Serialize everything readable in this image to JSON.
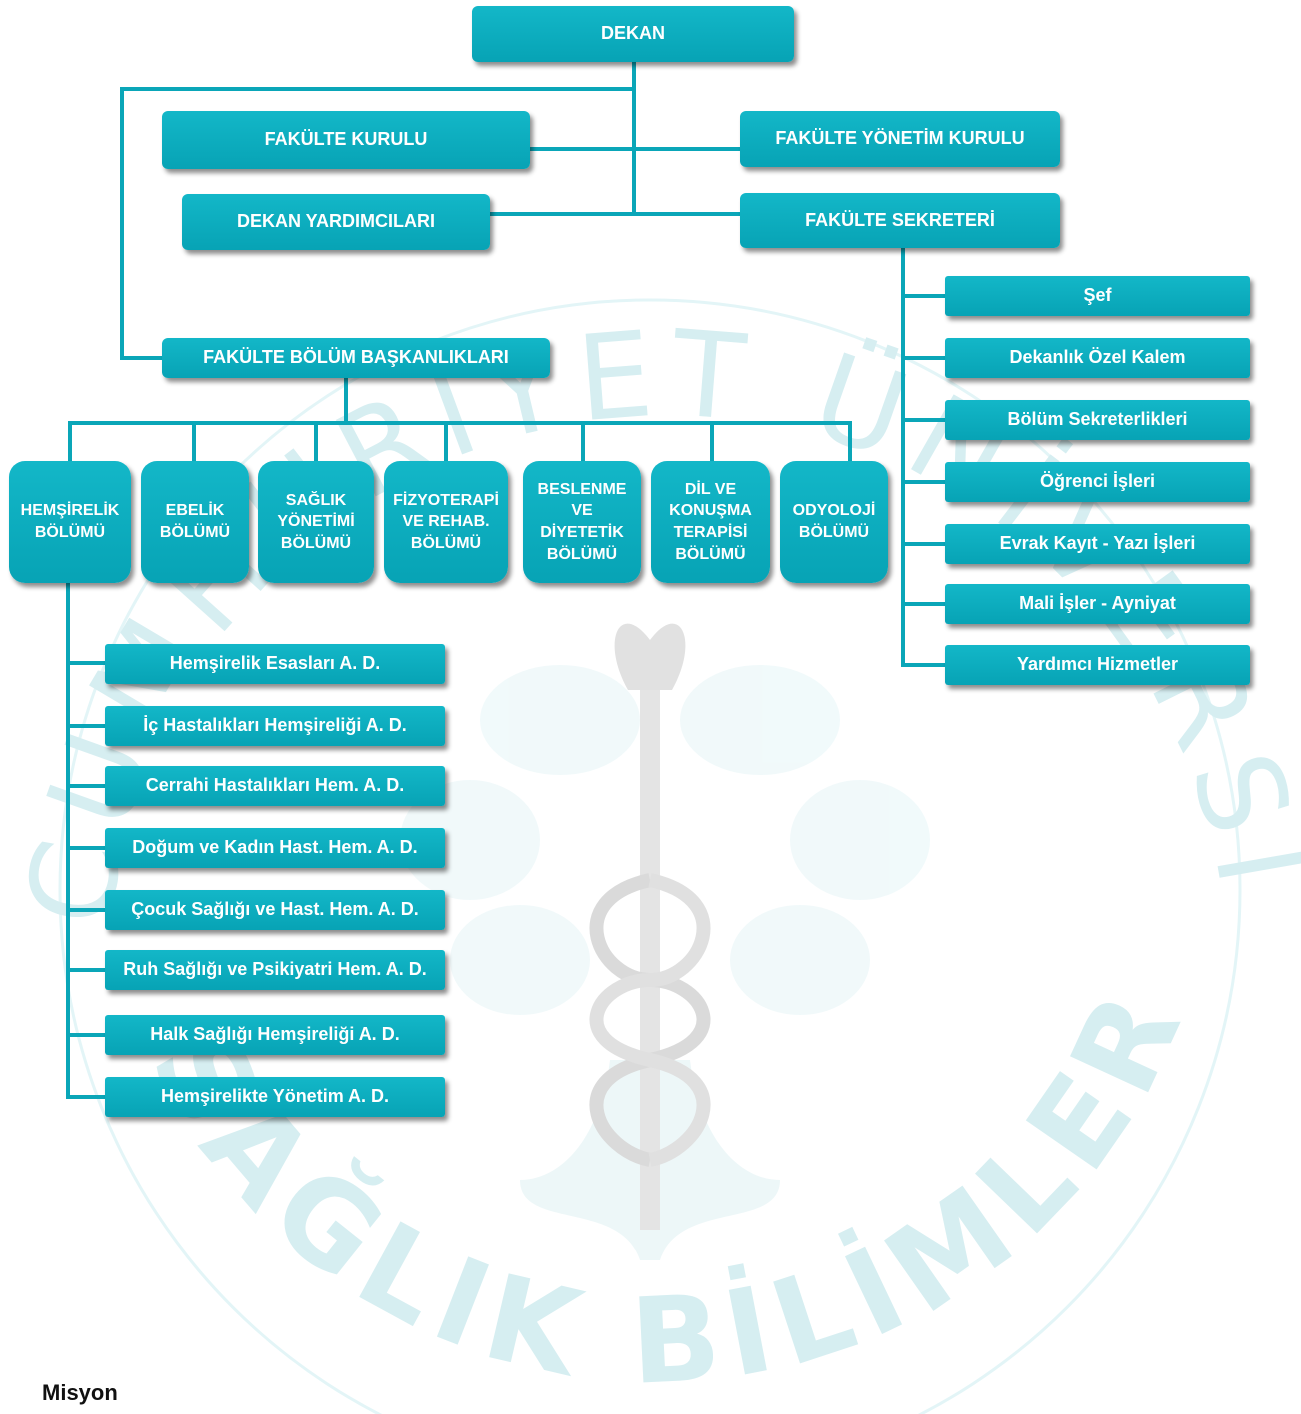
{
  "top": {
    "dekan": "DEKAN"
  },
  "boards": {
    "fakulte_kurulu": "FAKÜLTE KURULU",
    "fakulte_yonetim_kurulu": "FAKÜLTE YÖNETİM KURULU",
    "dekan_yardimcilari": "DEKAN YARDIMCILARI",
    "fakulte_sekreteri": "FAKÜLTE SEKRETERİ",
    "bolum_baskanliklari": "FAKÜLTE BÖLÜM BAŞKANLIKLARI"
  },
  "secretariat_units": [
    "Şef",
    "Dekanlık Özel Kalem",
    "Bölüm Sekreterlikleri",
    "Öğrenci İşleri",
    "Evrak Kayıt - Yazı İşleri",
    "Mali İşler - Ayniyat",
    "Yardımcı Hizmetler"
  ],
  "departments": [
    "HEMŞİRELİK\nBÖLÜMÜ",
    "EBELİK\nBÖLÜMÜ",
    "SAĞLIK\nYÖNETİMİ\nBÖLÜMÜ",
    "FİZYOTERAPİ\nVE REHAB.\nBÖLÜMÜ",
    "BESLENME\nVE\nDİYETETİK\nBÖLÜMÜ",
    "DİL VE\nKONUŞMA\nTERAPİSİ\nBÖLÜMÜ",
    "ODYOLOJİ\nBÖLÜMÜ"
  ],
  "nursing_subdivisions": [
    "Hemşirelik Esasları A. D.",
    "İç Hastalıkları Hemşireliği A. D.",
    "Cerrahi Hastalıkları Hem. A. D.",
    "Doğum ve Kadın Hast. Hem. A. D.",
    "Çocuk Sağlığı ve Hast. Hem. A. D.",
    "Ruh Sağlığı ve Psikiyatri Hem. A. D.",
    "Halk Sağlığı Hemşireliği A. D.",
    "Hemşirelikte Yönetim A. D."
  ],
  "watermark": {
    "upper_text": "CUMHURİYET ÜNİVERSİTESİ",
    "lower_text": "SAĞLIK BİLİMLERİ FAKÜLTESİ"
  },
  "footer": {
    "heading": "Misyon"
  },
  "colors": {
    "box": "#0aa6b8",
    "line": "#0aa6b8",
    "watermark": "#cfecef"
  }
}
